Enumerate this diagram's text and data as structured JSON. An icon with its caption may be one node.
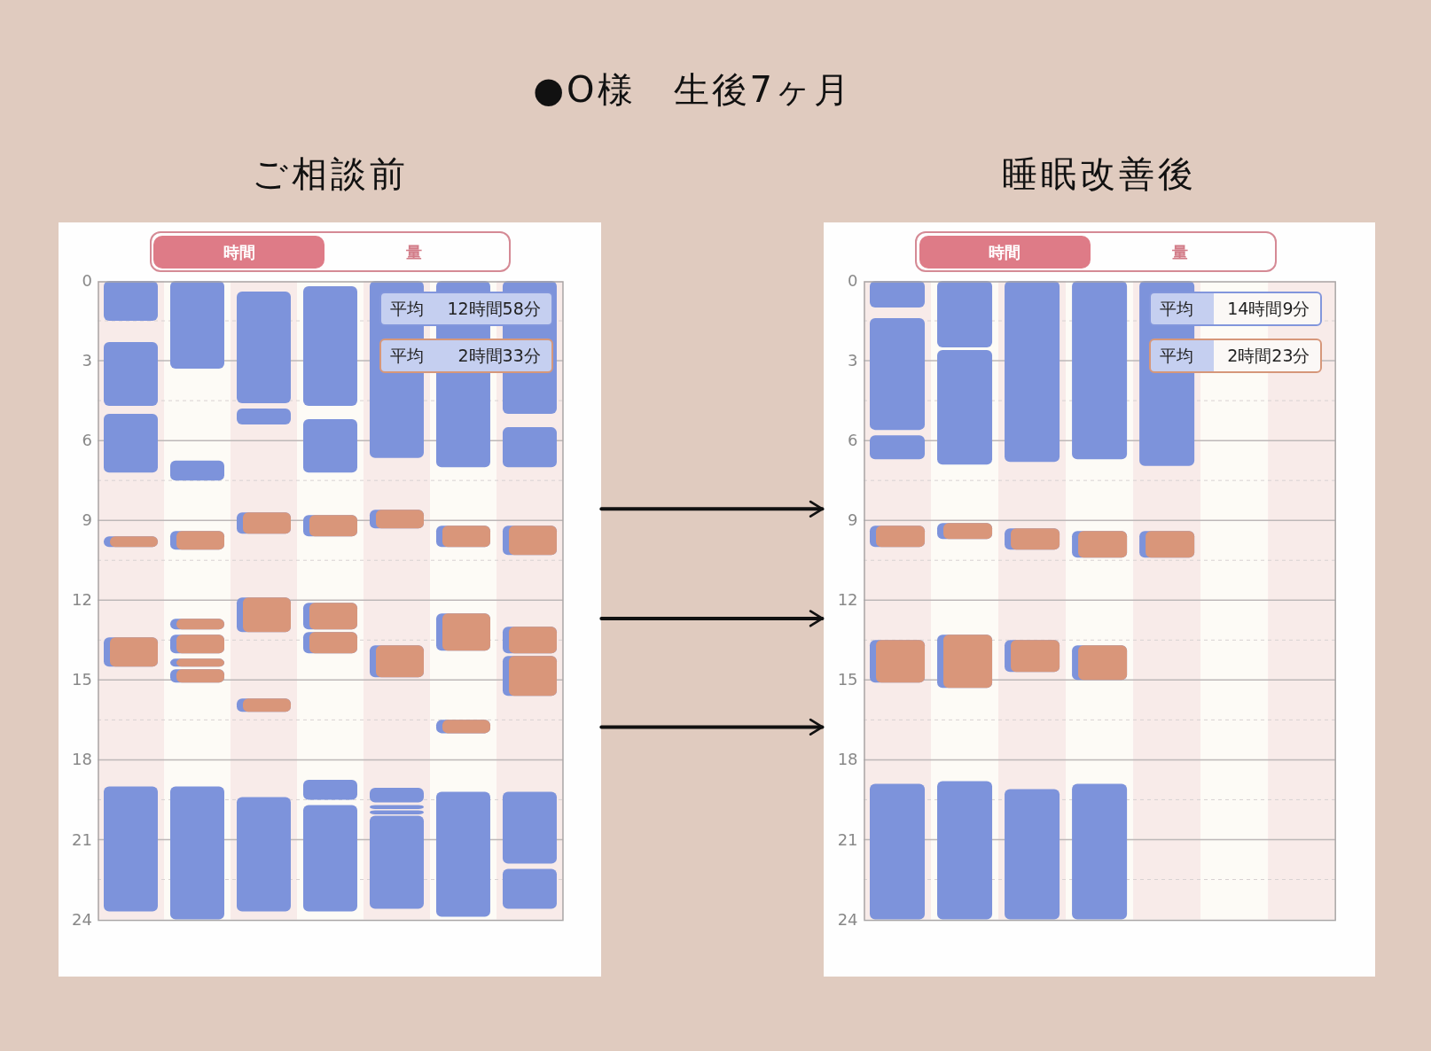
{
  "diagram": {
    "title": "●O様　生後7ヶ月",
    "nodes": [
      {
        "text": [
          "ご相談前"
        ]
      },
      {
        "text": [
          "時間"
        ],
        "in": 0
      },
      {
        "text": [
          "量"
        ],
        "in": 0
      },
      {
        "text": [
          "平均",
          "12時間58分"
        ],
        "in": 0
      },
      {
        "text": [
          "平均",
          "2時間33分"
        ],
        "in": 0
      },
      {
        "text": [
          "睡眠改善後"
        ]
      },
      {
        "text": [
          "時間"
        ],
        "in": 5
      },
      {
        "text": [
          "量"
        ],
        "in": 5
      },
      {
        "text": [
          "平均",
          "14時間9分"
        ],
        "in": 5
      },
      {
        "text": [
          "平均",
          "2時間23分"
        ],
        "in": 5
      }
    ],
    "edges": [
      {
        "from": 0,
        "to": 5,
        "arrow": "to"
      },
      {
        "from": 0,
        "to": 5,
        "arrow": "to"
      },
      {
        "from": 0,
        "to": 5,
        "arrow": "to"
      }
    ],
    "labels": [
      "0",
      "3",
      "6",
      "9",
      "12",
      "15",
      "18",
      "21",
      "24",
      "0",
      "3",
      "6",
      "9",
      "12",
      "15",
      "18",
      "21",
      "24"
    ]
  }
}
